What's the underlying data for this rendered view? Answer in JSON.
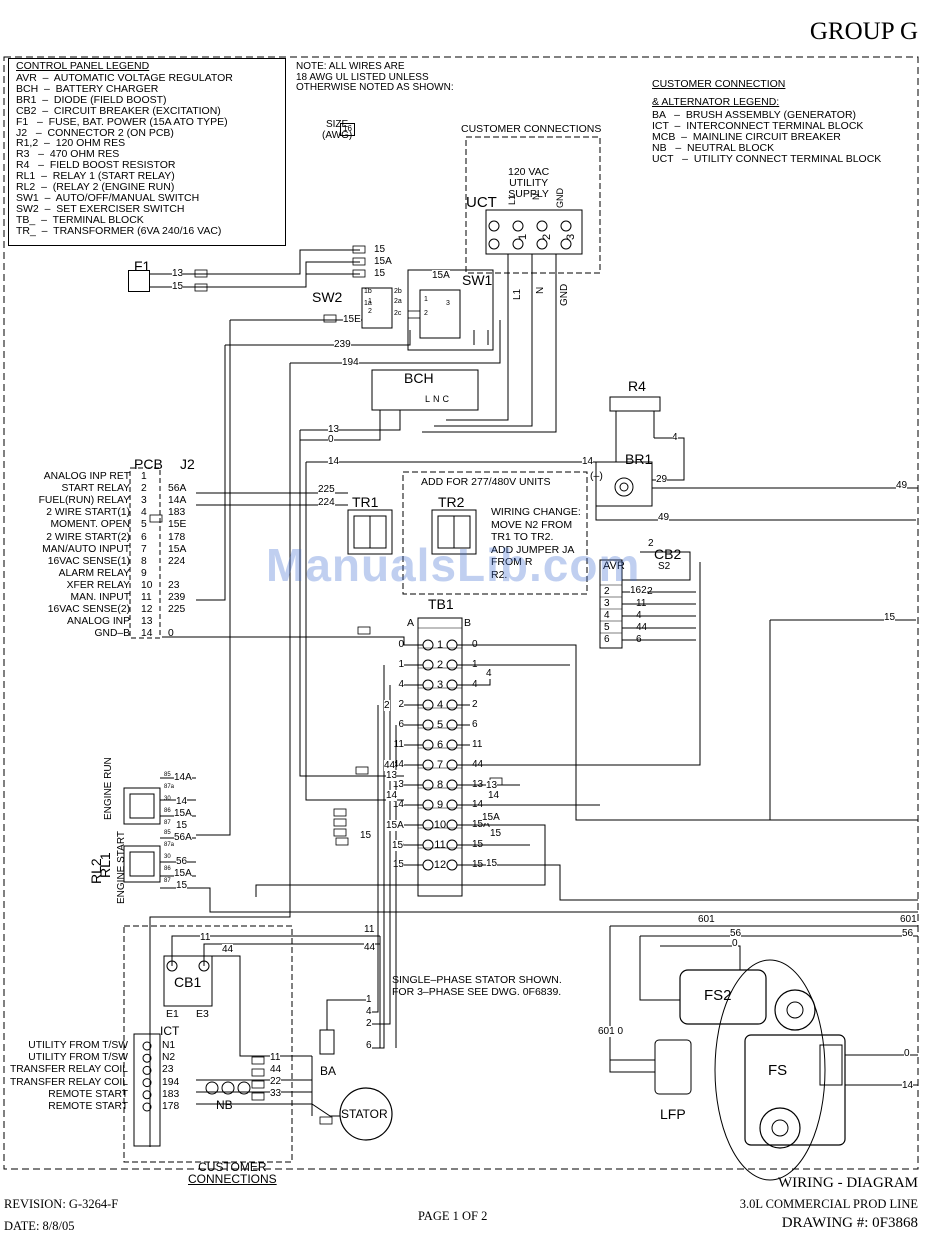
{
  "group_title": "GROUP G",
  "legend": {
    "title": "CONTROL PANEL LEGEND",
    "items": [
      "AVR  –  AUTOMATIC VOLTAGE REGULATOR",
      "BCH  –  BATTERY CHARGER",
      "BR1  –  DIODE (FIELD BOOST)",
      "CB2  –  CIRCUIT BREAKER (EXCITATION)",
      "F1   –  FUSE, BAT. POWER (15A ATO TYPE)",
      "J2   –  CONNECTOR 2 (ON PCB)",
      "R1,2  –  120 OHM RES",
      "R3   –  470 OHM RES",
      "R4   –  FIELD BOOST RESISTOR",
      "RL1  –  RELAY 1 (START RELAY)",
      "RL2  –  (RELAY 2 (ENGINE RUN)",
      "SW1  –  AUTO/OFF/MANUAL SWITCH",
      "SW2  –  SET EXERCISER SWITCH",
      "TB_  –  TERMINAL BLOCK",
      "TR_  –  TRANSFORMER (6VA 240/16 VAC)"
    ]
  },
  "note": [
    "NOTE: ALL WIRES ARE",
    "18 AWG UL LISTED UNLESS",
    "OTHERWISE NOTED AS SHOWN:"
  ],
  "size_label": [
    "SIZE",
    "(AWG)"
  ],
  "size_value": "16",
  "customer_connections_title": "CUSTOMER CONNECTIONS",
  "utility_supply": [
    "120 VAC",
    "UTILITY",
    "SUPPLY"
  ],
  "uct_label": "UCT",
  "uct_terms": [
    "L1",
    "N",
    "GND"
  ],
  "uct_nums": [
    "1",
    "2",
    "3"
  ],
  "uct_wires": [
    "L1",
    "N",
    "GND"
  ],
  "alt_legend": {
    "title1": "CUSTOMER CONNECTION",
    "title2": "& ALTERNATOR LEGEND:",
    "items": [
      "BA   –  BRUSH ASSEMBLY (GENERATOR)",
      "ICT  –  INTERCONNECT TERMINAL BLOCK",
      "MCB  –  MAINLINE CIRCUIT BREAKER",
      "NB   –  NEUTRAL BLOCK",
      "UCT   –  UTILITY CONNECT TERMINAL BLOCK"
    ]
  },
  "components": {
    "f1": "F1",
    "sw1": "SW1",
    "sw2": "SW2",
    "bch": "BCH",
    "bch_pins": [
      "L",
      "N",
      "C"
    ],
    "r4": "R4",
    "br1": "BR1",
    "br1_minus": "(–)",
    "tr1": "TR1",
    "tr2": "TR2",
    "tb1": "TB1",
    "tb1_a": "A",
    "tb1_b": "B",
    "pcb": "PCB",
    "j2": "J2",
    "cb2": "CB2",
    "cb1": "CB1",
    "cb1_e1": "E1",
    "cb1_e3": "E3",
    "ict": "ICT",
    "nb": "NB",
    "ba": "BA",
    "stator": "STATOR",
    "fs2": "FS2",
    "fs": "FS",
    "lfp": "LFP",
    "engine_run": "ENGINE RUN",
    "engine_start": "ENGINE START",
    "rl1": "RL1",
    "rl2": "RL2",
    "avr_hint": "AVR"
  },
  "option_box": {
    "title": "ADD FOR 277/480V UNITS",
    "text": [
      "WIRING CHANGE:",
      "MOVE N2 FROM",
      "TR1 TO TR2.",
      "ADD JUMPER JA",
      "FROM R",
      "R2."
    ]
  },
  "j2_pins": [
    {
      "label": "ANALOG INP RET",
      "pin": "1",
      "wire": ""
    },
    {
      "label": "START RELAY",
      "pin": "2",
      "wire": "56A"
    },
    {
      "label": "FUEL(RUN) RELAY",
      "pin": "3",
      "wire": "14A"
    },
    {
      "label": "2 WIRE START(1)",
      "pin": "4",
      "wire": "183"
    },
    {
      "label": "MOMENT. OPEN",
      "pin": "5",
      "wire": "15E"
    },
    {
      "label": "2 WIRE START(2)",
      "pin": "6",
      "wire": "178"
    },
    {
      "label": "MAN/AUTO INPUT",
      "pin": "7",
      "wire": "15A"
    },
    {
      "label": "16VAC SENSE(1)",
      "pin": "8",
      "wire": "224"
    },
    {
      "label": "ALARM RELAY",
      "pin": "9",
      "wire": ""
    },
    {
      "label": "XFER RELAY",
      "pin": "10",
      "wire": "23"
    },
    {
      "label": "MAN. INPUT",
      "pin": "11",
      "wire": "239"
    },
    {
      "label": "16VAC SENSE(2)",
      "pin": "12",
      "wire": "225"
    },
    {
      "label": "ANALOG INP",
      "pin": "13",
      "wire": ""
    },
    {
      "label": "GND–B",
      "pin": "14",
      "wire": "0"
    }
  ],
  "tb1_rows": [
    {
      "n": "1",
      "left": "0",
      "right": "0"
    },
    {
      "n": "2",
      "left": "1",
      "right": "1"
    },
    {
      "n": "3",
      "left": "4",
      "right": "4"
    },
    {
      "n": "4",
      "left": "2",
      "right": "2"
    },
    {
      "n": "5",
      "left": "6",
      "right": "6"
    },
    {
      "n": "6",
      "left": "11",
      "right": "11"
    },
    {
      "n": "7",
      "left": "44",
      "right": "44"
    },
    {
      "n": "8",
      "left": "13",
      "right": "13"
    },
    {
      "n": "9",
      "left": "14",
      "right": "14"
    },
    {
      "n": "10",
      "left": "15A",
      "right": "15A"
    },
    {
      "n": "11",
      "left": "15",
      "right": "15"
    },
    {
      "n": "12",
      "left": "15",
      "right": "15"
    }
  ],
  "cb2_rows": [
    {
      "n": "2",
      "wire": "162"
    },
    {
      "n": "3",
      "wire": "11"
    },
    {
      "n": "4",
      "wire": "4"
    },
    {
      "n": "5",
      "wire": "44"
    },
    {
      "n": "6",
      "wire": "6"
    }
  ],
  "cb2_top_wire": "2",
  "cb2_s2": "S2",
  "ict_rows": [
    {
      "label": "UTILITY FROM T/SW",
      "wire": "N1"
    },
    {
      "label": "UTILITY FROM T/SW",
      "wire": "N2"
    },
    {
      "label": "TRANSFER RELAY COIL",
      "wire": "23"
    },
    {
      "label": "TRANSFER RELAY COIL",
      "wire": "194"
    },
    {
      "label": "REMOTE START",
      "wire": "183"
    },
    {
      "label": "REMOTE START",
      "wire": "178"
    }
  ],
  "wires": {
    "f1_a": "13",
    "f1_b": "15",
    "w15": "15",
    "w15a": "15A",
    "w15e": "15E",
    "w239": "239",
    "w194": "194",
    "w13": "13",
    "w0": "0",
    "w14": "14",
    "w225": "225",
    "w224": "224",
    "w4": "4",
    "w29": "29",
    "w49": "49",
    "w162": "162",
    "w14a": "14A",
    "w56a": "56A",
    "w56": "56",
    "w11": "11",
    "w44": "44",
    "w1": "1",
    "w2": "2",
    "w6": "6",
    "w22": "22",
    "w33": "33",
    "w601": "601",
    "w6010": "601 0",
    "sw_15": "15",
    "sw_2a": "2a",
    "sw_2b": "2b",
    "sw_2c": "2c",
    "sw_1a": "1a",
    "sw_1b": "1b",
    "sw_1": "1",
    "sw_2": "2",
    "sw_3": "3",
    "sw1_15a": "15A",
    "sw1_15": "15",
    "relay_85": "85",
    "relay_87a": "87a",
    "relay_30": "30",
    "relay_86": "86",
    "relay_87": "87",
    "awg_16": "16",
    "awg_14": "14",
    "awg_6": "6"
  },
  "stator_note": [
    "SINGLE–PHASE STATOR SHOWN.",
    "FOR 3–PHASE SEE DWG. 0F6839."
  ],
  "customer_connections_bottom": [
    "CUSTOMER",
    "CONNECTIONS"
  ],
  "footer": {
    "revision": "REVISION: G-3264-F",
    "date": "DATE: 8/8/05",
    "page": "PAGE 1 OF 2",
    "title": "WIRING - DIAGRAM",
    "subtitle": "3.0L COMMERCIAL PROD LINE",
    "drawing": "DRAWING #: 0F3868"
  },
  "watermark": "ManualsLib.com"
}
